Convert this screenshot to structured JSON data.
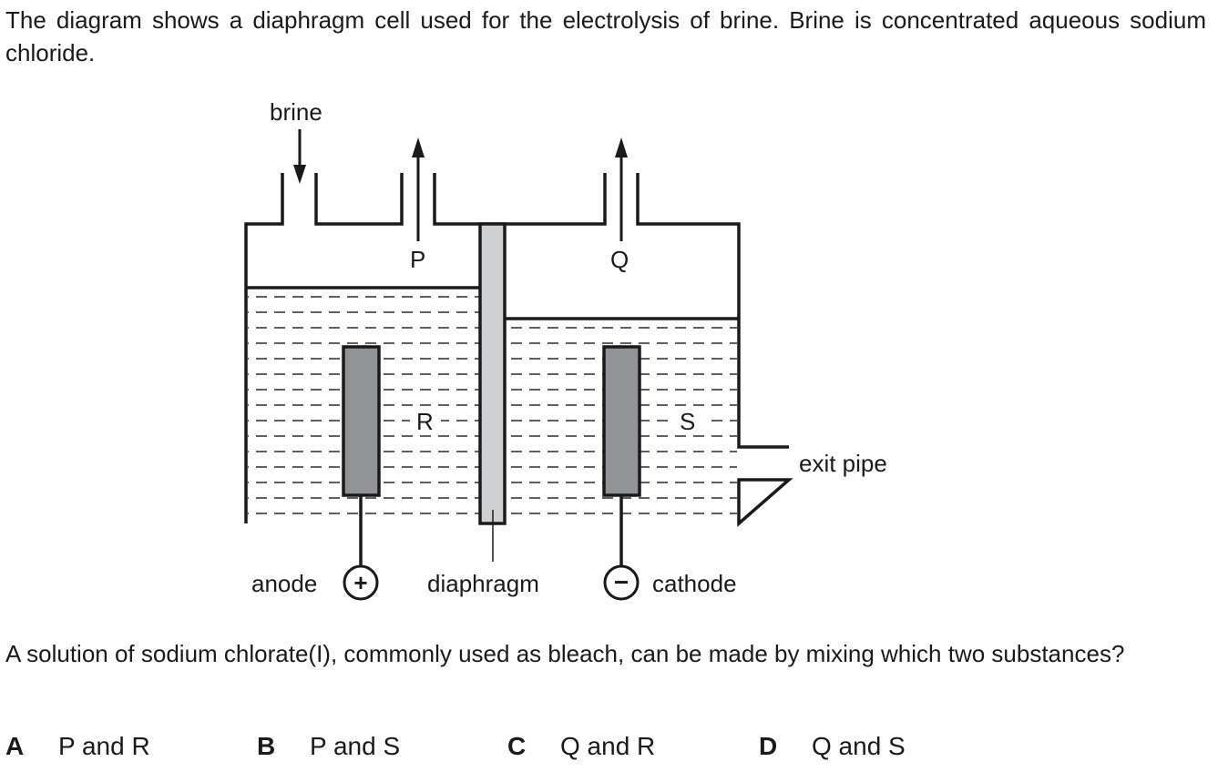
{
  "intro": "The diagram shows a diaphragm cell used for the electrolysis of brine. Brine is concentrated aqueous sodium chloride.",
  "labels": {
    "brine": "brine",
    "P": "P",
    "Q": "Q",
    "R": "R",
    "S": "S",
    "exit_pipe": "exit pipe",
    "anode": "anode",
    "diaphragm": "diaphragm",
    "cathode": "cathode",
    "plus": "+",
    "minus": "−"
  },
  "question": "A solution of sodium chlorate(I), commonly used as bleach, can be made by mixing which two substances?",
  "options": [
    {
      "letter": "A",
      "text": "P and R"
    },
    {
      "letter": "B",
      "text": "P and S"
    },
    {
      "letter": "C",
      "text": "Q and R"
    },
    {
      "letter": "D",
      "text": "Q and S"
    }
  ],
  "colors": {
    "line": "#1a1a1a",
    "electrode": "#919396",
    "diaphragm": "#cfd0d2"
  }
}
